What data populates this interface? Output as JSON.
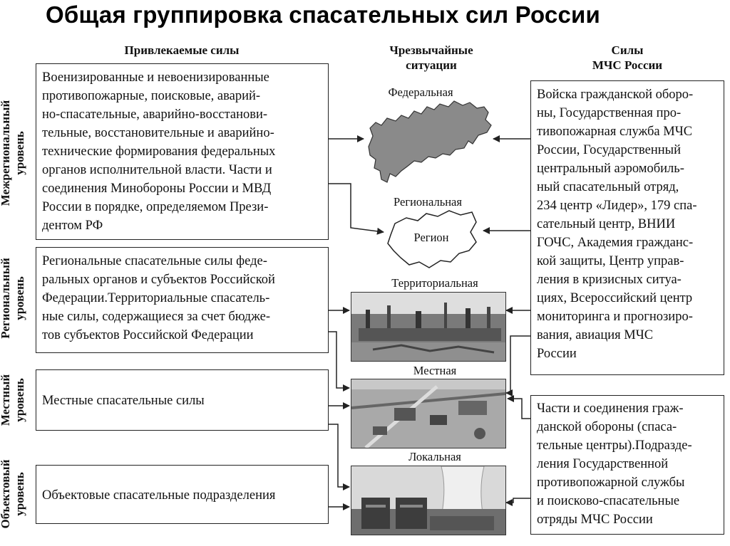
{
  "title": "Общая группировка спасательных сил России",
  "columns": {
    "attracted": "Привлекаемые силы",
    "emergency_line1": "Чрезвычайные",
    "emergency_line2": "ситуации",
    "mchs_line1": "Силы",
    "mchs_line2": "МЧС России"
  },
  "levels": {
    "interregional_line1": "Межрегиональный",
    "interregional_line2": "уровень",
    "regional_line1": "Региональный",
    "regional_line2": "уровень",
    "local_line1": "Местный",
    "local_line2": "уровень",
    "object_line1": "Объектовый",
    "object_line2": "уровень"
  },
  "left_boxes": {
    "interregional": [
      "Военизированные и невоенизированные",
      "противопожарные, поисковые, аварий-",
      "но-спасательные, аварийно-восстанови-",
      "тельные, восстановительные и аварийно-",
      "технические формирования федеральных",
      "органов исполнительной власти. Части и",
      "соединения Минобороны России и МВД",
      "России в порядке, определяемом Прези-",
      "дентом РФ"
    ],
    "regional": [
      "Региональные спасательные силы феде-",
      "ральных органов и субъектов Российской",
      "Федерации.Территориальные спасатель-",
      "ные силы, содержащиеся за счет бюдже-",
      "тов субъектов Российской Федерации"
    ],
    "local": "Местные спасательные силы",
    "object": "Объектовые спасательные подразделения"
  },
  "emergencies": {
    "federal": "Федеральная",
    "regional": "Региональная",
    "region_label": "Регион",
    "territorial": "Территориальная",
    "local": "Местная",
    "object": "Локальная"
  },
  "right_boxes": {
    "top": [
      "Войска гражданской оборо-",
      "ны, Государственная про-",
      "тивопожарная служба МЧС",
      "России, Государственный",
      "центральный аэромобиль-",
      "ный спасательный отряд,",
      "234 центр «Лидер», 179 спа-",
      "сательный центр, ВНИИ",
      "ГОЧС, Академия гражданс-",
      "кой защиты, Центр управ-",
      "ления в кризисных ситуа-",
      "циях, Всероссийский центр",
      "мониторинга и прогнозиро-",
      "вания, авиация МЧС",
      "России"
    ],
    "bottom": [
      "Части и соединения граж-",
      "данской обороны (спаса-",
      "тельные центры).Подразде-",
      "ления Государственной",
      "противопожарной службы",
      "и поисково-спасательные",
      "отряды МЧС России"
    ]
  },
  "colors": {
    "line": "#222222",
    "map_fill": "#8a8a8a",
    "photo_sky": "#d9d9d9"
  }
}
